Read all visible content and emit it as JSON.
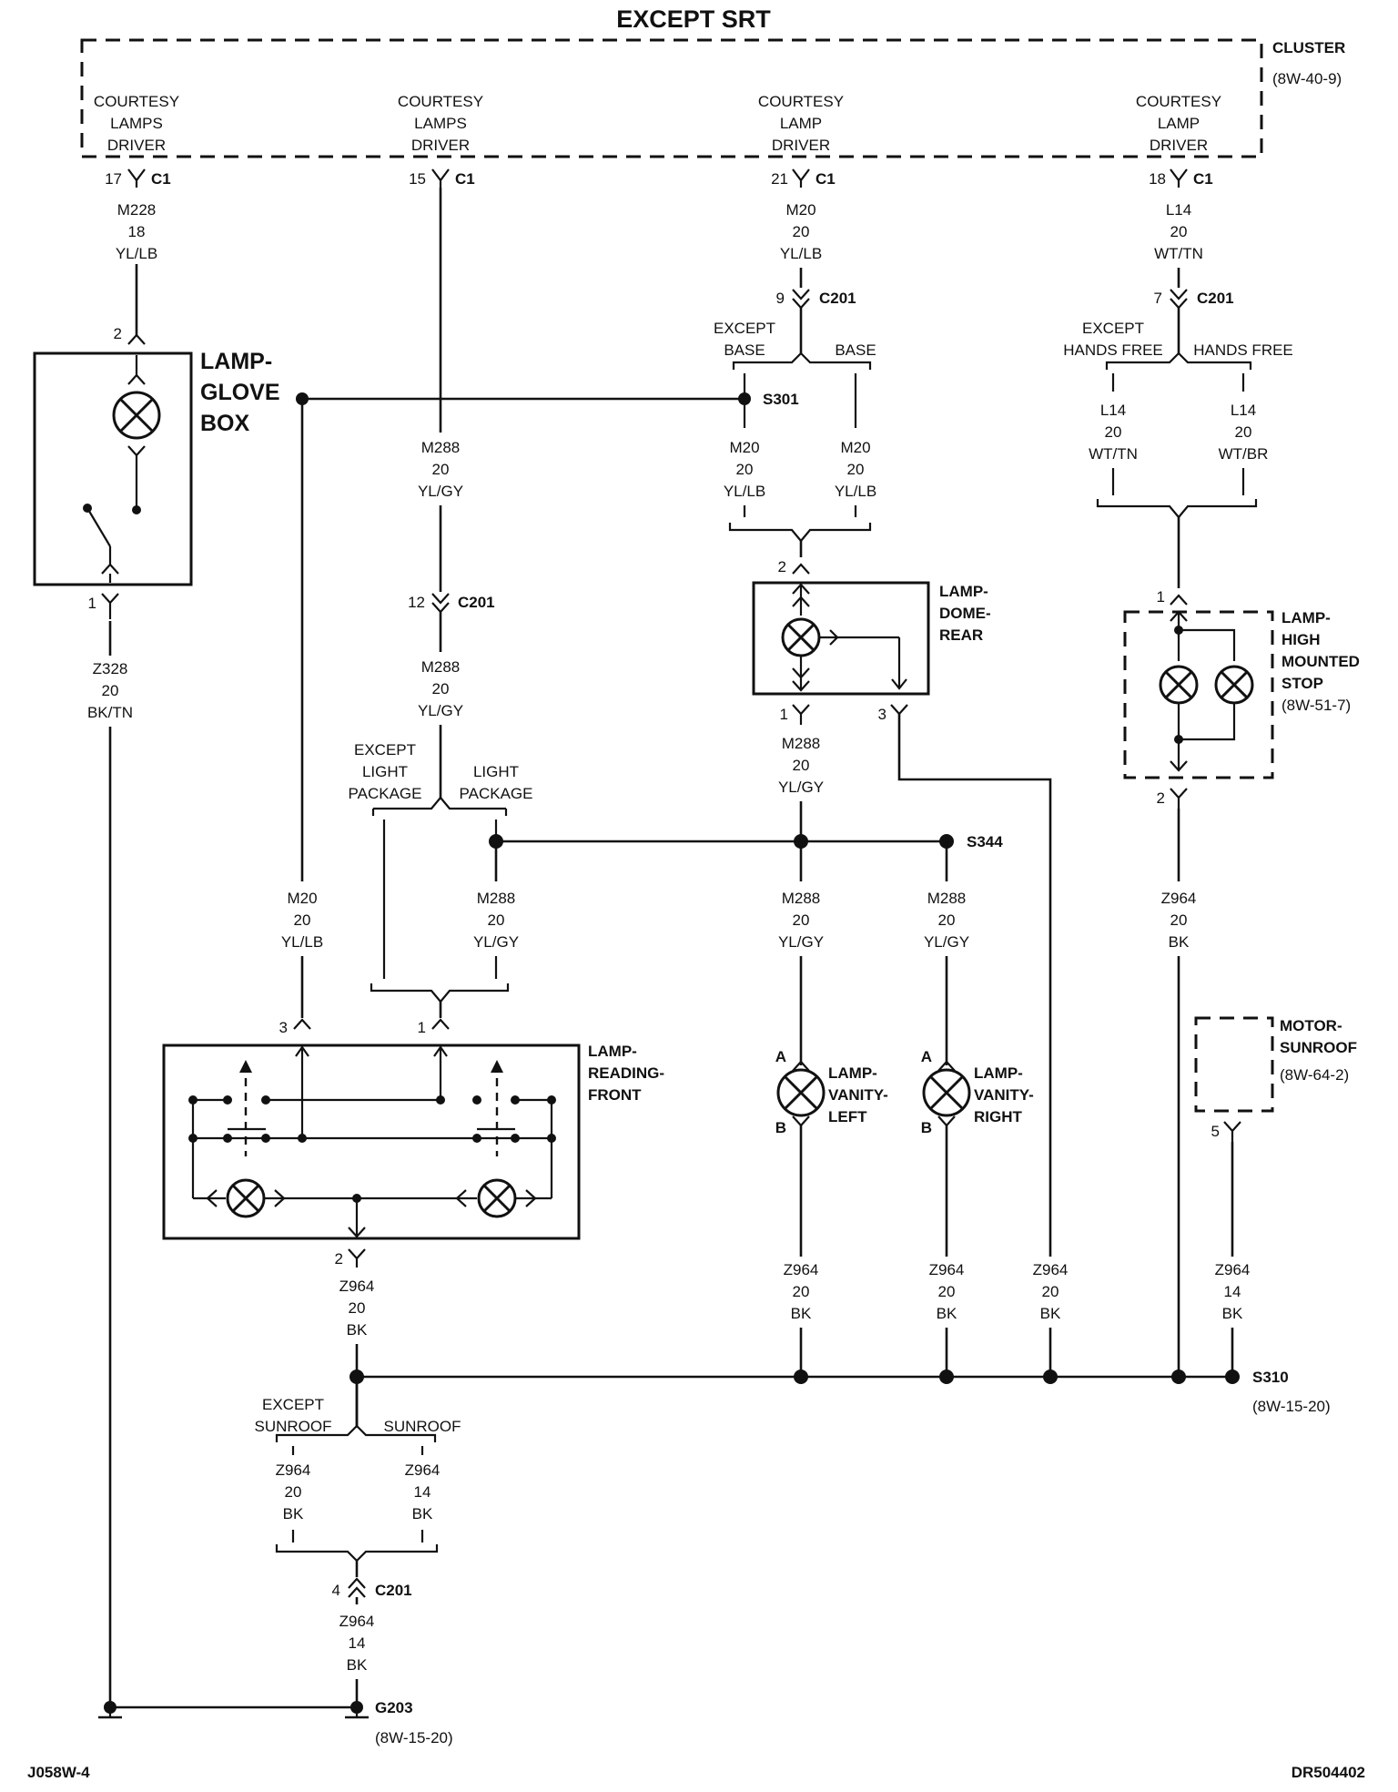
{
  "title": "EXCEPT SRT",
  "cluster": {
    "name": "CLUSTER",
    "ref": "(8W-40-9)"
  },
  "drivers": [
    {
      "line1": "COURTESY",
      "line2": "LAMPS",
      "line3": "DRIVER",
      "pin": "17",
      "conn": "C1",
      "circuit": "M228",
      "gauge": "18",
      "color": "YL/LB"
    },
    {
      "line1": "COURTESY",
      "line2": "LAMPS",
      "line3": "DRIVER",
      "pin": "15",
      "conn": "C1"
    },
    {
      "line1": "COURTESY",
      "line2": "LAMP",
      "line3": "DRIVER",
      "pin": "21",
      "conn": "C1",
      "circuit": "M20",
      "gauge": "20",
      "color": "YL/LB"
    },
    {
      "line1": "COURTESY",
      "line2": "LAMP",
      "line3": "DRIVER",
      "pin": "18",
      "conn": "C1",
      "circuit": "L14",
      "gauge": "20",
      "color": "WT/TN"
    }
  ],
  "glovebox": {
    "name1": "LAMP-",
    "name2": "GLOVE",
    "name3": "BOX",
    "pin_top": "2",
    "pin_bottom": "1",
    "circuit": "Z328",
    "gauge": "20",
    "color": "BK/TN"
  },
  "connectors": {
    "c201_a": {
      "pin": "9",
      "name": "C201"
    },
    "c201_b": {
      "pin": "7",
      "name": "C201"
    },
    "c201_c": {
      "pin": "12",
      "name": "C201"
    },
    "c201_d": {
      "pin": "4",
      "name": "C201"
    }
  },
  "branch_base": {
    "left": "EXCEPT",
    "left2": "BASE",
    "right": "BASE"
  },
  "branch_hands": {
    "left": "EXCEPT",
    "left2": "HANDS FREE",
    "right": "HANDS FREE"
  },
  "branch_light": {
    "left": "EXCEPT",
    "left2": "LIGHT",
    "left3": "PACKAGE",
    "right": "LIGHT",
    "right2": "PACKAGE"
  },
  "branch_sunroof": {
    "left": "EXCEPT",
    "left2": "SUNROOF",
    "right": "SUNROOF"
  },
  "splices": {
    "s301": "S301",
    "s344": "S344",
    "s310": "S310",
    "s310_ref": "(8W-15-20)",
    "g203": "G203",
    "g203_ref": "(8W-15-20)"
  },
  "wires": {
    "m288_top": {
      "circuit": "M288",
      "gauge": "20",
      "color": "YL/GY"
    },
    "m288_mid": {
      "circuit": "M288",
      "gauge": "20",
      "color": "YL/GY"
    },
    "m20_base_l": {
      "circuit": "M20",
      "gauge": "20",
      "color": "YL/LB"
    },
    "m20_base_r": {
      "circuit": "M20",
      "gauge": "20",
      "color": "YL/LB"
    },
    "l14_l": {
      "circuit": "L14",
      "gauge": "20",
      "color": "WT/TN"
    },
    "l14_r": {
      "circuit": "L14",
      "gauge": "20",
      "color": "WT/BR"
    },
    "m288_dome": {
      "circuit": "M288",
      "gauge": "20",
      "color": "YL/GY"
    },
    "m20_read": {
      "circuit": "M20",
      "gauge": "20",
      "color": "YL/LB"
    },
    "m288_read": {
      "circuit": "M288",
      "gauge": "20",
      "color": "YL/GY"
    },
    "m288_vl": {
      "circuit": "M288",
      "gauge": "20",
      "color": "YL/GY"
    },
    "m288_vr": {
      "circuit": "M288",
      "gauge": "20",
      "color": "YL/GY"
    },
    "z964_stop": {
      "circuit": "Z964",
      "gauge": "20",
      "color": "BK"
    },
    "z964_read": {
      "circuit": "Z964",
      "gauge": "20",
      "color": "BK"
    },
    "z964_vl": {
      "circuit": "Z964",
      "gauge": "20",
      "color": "BK"
    },
    "z964_vr": {
      "circuit": "Z964",
      "gauge": "20",
      "color": "BK"
    },
    "z964_dome": {
      "circuit": "Z964",
      "gauge": "20",
      "color": "BK"
    },
    "z964_motor": {
      "circuit": "Z964",
      "gauge": "14",
      "color": "BK"
    },
    "z964_exs": {
      "circuit": "Z964",
      "gauge": "20",
      "color": "BK"
    },
    "z964_sun": {
      "circuit": "Z964",
      "gauge": "14",
      "color": "BK"
    },
    "z964_gnd": {
      "circuit": "Z964",
      "gauge": "14",
      "color": "BK"
    }
  },
  "dome": {
    "name1": "LAMP-",
    "name2": "DOME-",
    "name3": "REAR",
    "pin_top": "2",
    "pin_bl": "1",
    "pin_br": "3"
  },
  "stop": {
    "name1": "LAMP-",
    "name2": "HIGH",
    "name3": "MOUNTED",
    "name4": "STOP",
    "ref": "(8W-51-7)",
    "pin_top": "1",
    "pin_bottom": "2"
  },
  "reading": {
    "name1": "LAMP-",
    "name2": "READING-",
    "name3": "FRONT",
    "pin_a": "3",
    "pin_b": "1",
    "pin_bottom": "2"
  },
  "vanity_left": {
    "name1": "LAMP-",
    "name2": "VANITY-",
    "name3": "LEFT",
    "pin_a": "A",
    "pin_b": "B"
  },
  "vanity_right": {
    "name1": "LAMP-",
    "name2": "VANITY-",
    "name3": "RIGHT",
    "pin_a": "A",
    "pin_b": "B"
  },
  "motor": {
    "name1": "MOTOR-",
    "name2": "SUNROOF",
    "ref": "(8W-64-2)",
    "pin": "5"
  },
  "footer": {
    "left": "J058W-4",
    "right": "DR504402"
  }
}
